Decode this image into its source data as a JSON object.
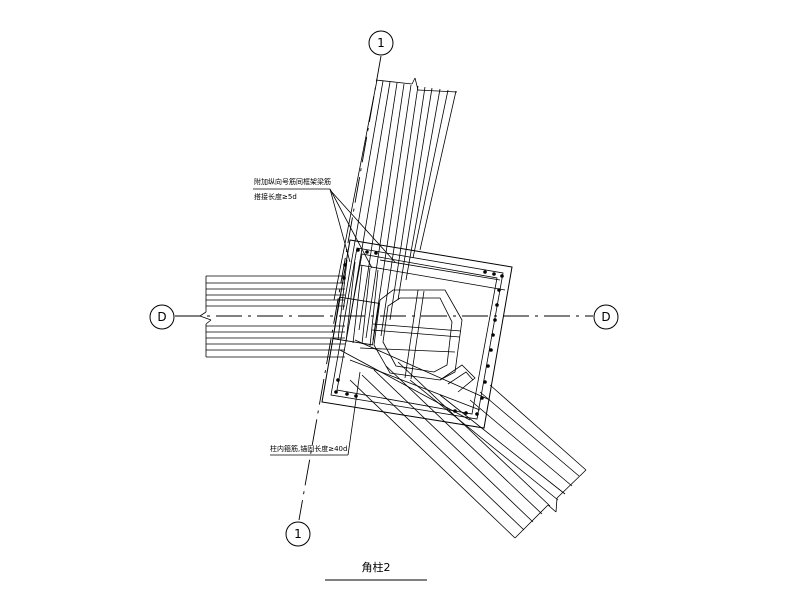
{
  "axes": {
    "vertical_top": "1",
    "vertical_bottom": "1",
    "horizontal_left": "D",
    "horizontal_right": "D"
  },
  "annotations": {
    "upper_note_line1": "附加纵向号筋同框架梁筋",
    "upper_note_line2": "搭接长度≥5d",
    "lower_note": "柱内箍筋,锚固长度≥40d"
  },
  "title": "角柱2"
}
